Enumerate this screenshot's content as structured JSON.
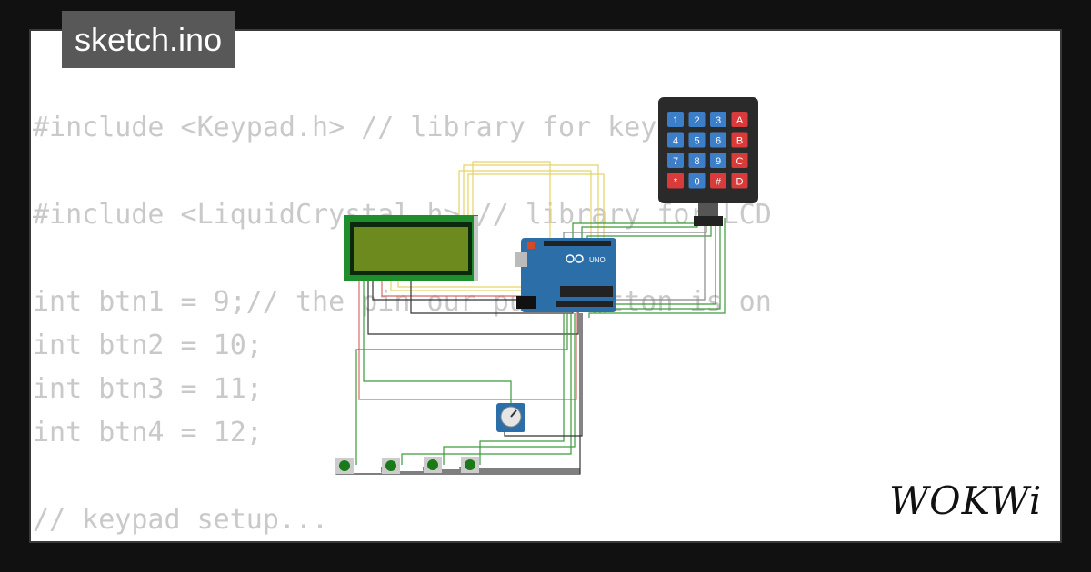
{
  "window": {
    "title": "sketch.ino"
  },
  "code_lines": [
    "#include <Keypad.h> // library for keypad",
    "",
    "#include <LiquidCrystal.h> // library for LCD",
    "",
    "int btn1 = 9;// the pin our push button is on",
    "int btn2 = 10;",
    "int btn3 = 11;",
    "int btn4 = 12;",
    "",
    "// keypad setup..."
  ],
  "keypad": {
    "keys": [
      "1",
      "2",
      "3",
      "A",
      "4",
      "5",
      "6",
      "B",
      "7",
      "8",
      "9",
      "C",
      "*",
      "0",
      "#",
      "D"
    ]
  },
  "arduino": {
    "label": "UNO"
  },
  "brand": {
    "name": "WOKWi"
  },
  "colors": {
    "background": "#111111",
    "card": "#ffffff",
    "lcd_green": "#1f8f2e",
    "board_blue": "#2c6fa8",
    "wire_yellow": "#e7d36a",
    "wire_green": "#3c9a3c",
    "wire_red": "#d86a6a"
  }
}
